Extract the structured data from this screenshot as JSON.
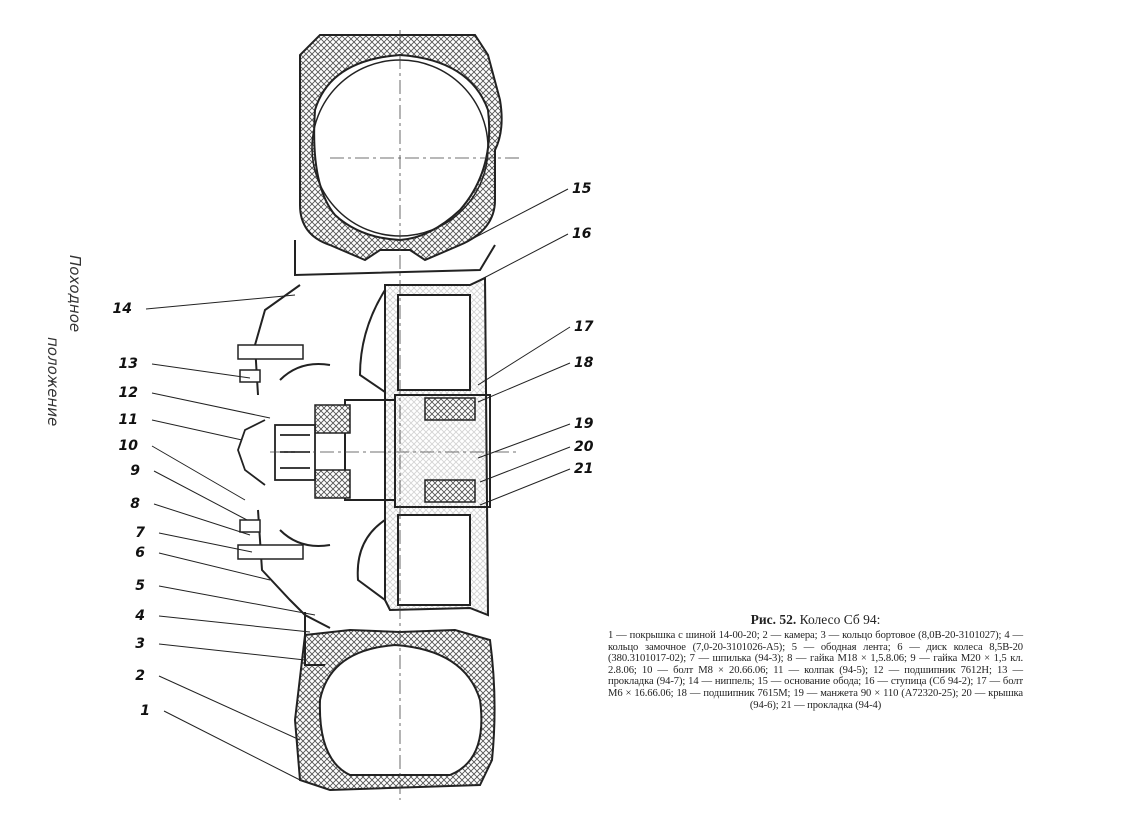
{
  "side_label": [
    "Походное",
    "положение"
  ],
  "callouts": [
    "1",
    "2",
    "3",
    "4",
    "5",
    "6",
    "7",
    "8",
    "9",
    "10",
    "11",
    "12",
    "13",
    "14",
    "15",
    "16",
    "17",
    "18",
    "19",
    "20",
    "21"
  ],
  "caption": {
    "number": "Рис. 52.",
    "title": "Колесо Сб 94:",
    "text": "1 — покрышка с шиной 14-00-20; 2 — камера; 3 — кольцо бортовое (8,0В-20-3101027); 4 — кольцо замочное (7,0-20-3101026-А5); 5 — ободная лента; 6 — диск колеса 8,5В-20 (380.3101017-02); 7 — шпилька (94-3); 8 — гайка М18 × 1,5.8.06; 9 — гайка М20 × 1,5 кл. 2.8.06; 10 — болт М8 × 20.66.06; 11 — колпак (94-5); 12 — подшипник 7612Н; 13 — прокладка (94-7); 14 — ниппель; 15 — основание обода; 16 — ступица (Сб 94-2); 17 — болт М6 × 16.66.06; 18 — подшипник 7615М; 19 — манжета 90 × 110 (А72320-25); 20 — крышка (94-6); 21 — прокладка (94-4)"
  },
  "colors": {
    "ink": "#222222",
    "hatch": "#555555",
    "paper": "#ffffff"
  }
}
